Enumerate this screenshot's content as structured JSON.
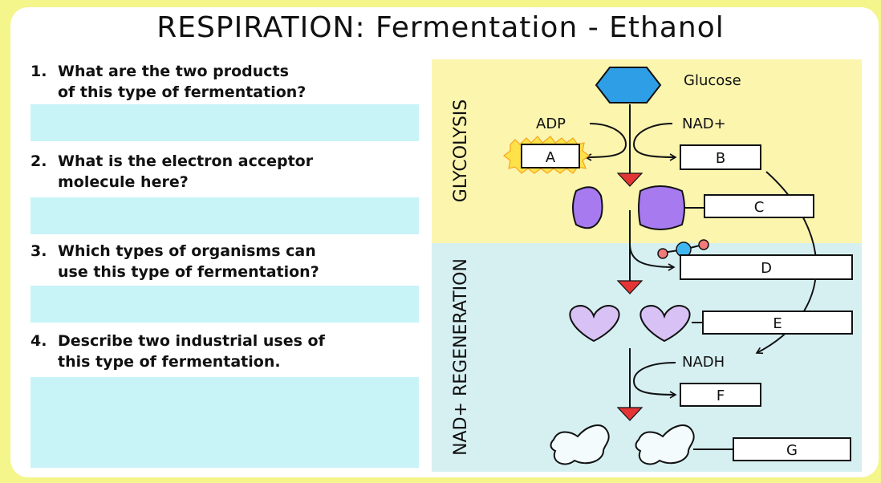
{
  "title": "RESPIRATION: Fermentation - Ethanol",
  "questions": [
    {
      "number": "1.",
      "line1": "What are the two products",
      "line2": "of this type of fermentation?"
    },
    {
      "number": "2.",
      "line1": "What is the electron acceptor",
      "line2": "molecule here?"
    },
    {
      "number": "3.",
      "line1": "Which types of organisms can",
      "line2": "use this type of fermentation?"
    },
    {
      "number": "4.",
      "line1": "Describe two industrial uses of",
      "line2": "this type of fermentation."
    }
  ],
  "answers": [
    "",
    "",
    "",
    ""
  ],
  "diagram": {
    "stage_glycolysis": "GLYCOLYSIS",
    "stage_regeneration": "NAD+ REGENERATION",
    "glucose": "Glucose",
    "adp": "ADP",
    "nad_plus": "NAD+",
    "nadh": "NADH",
    "boxes": {
      "a": "A",
      "b": "B",
      "c": "C",
      "d": "D",
      "e": "E",
      "f": "F",
      "g": "G"
    }
  },
  "colors": {
    "page_bg": "#f4f58a",
    "answer_box": "#c8f4f7",
    "glycolysis_zone": "#fbf5ae",
    "regeneration_zone": "#d6f0f2",
    "glucose": "#2e9fe6",
    "pyruvate": "#a77af0",
    "acetaldehyde": "#d8c1f5",
    "ethanol": "#f3fbfd",
    "arrow_head": "#e33535"
  }
}
